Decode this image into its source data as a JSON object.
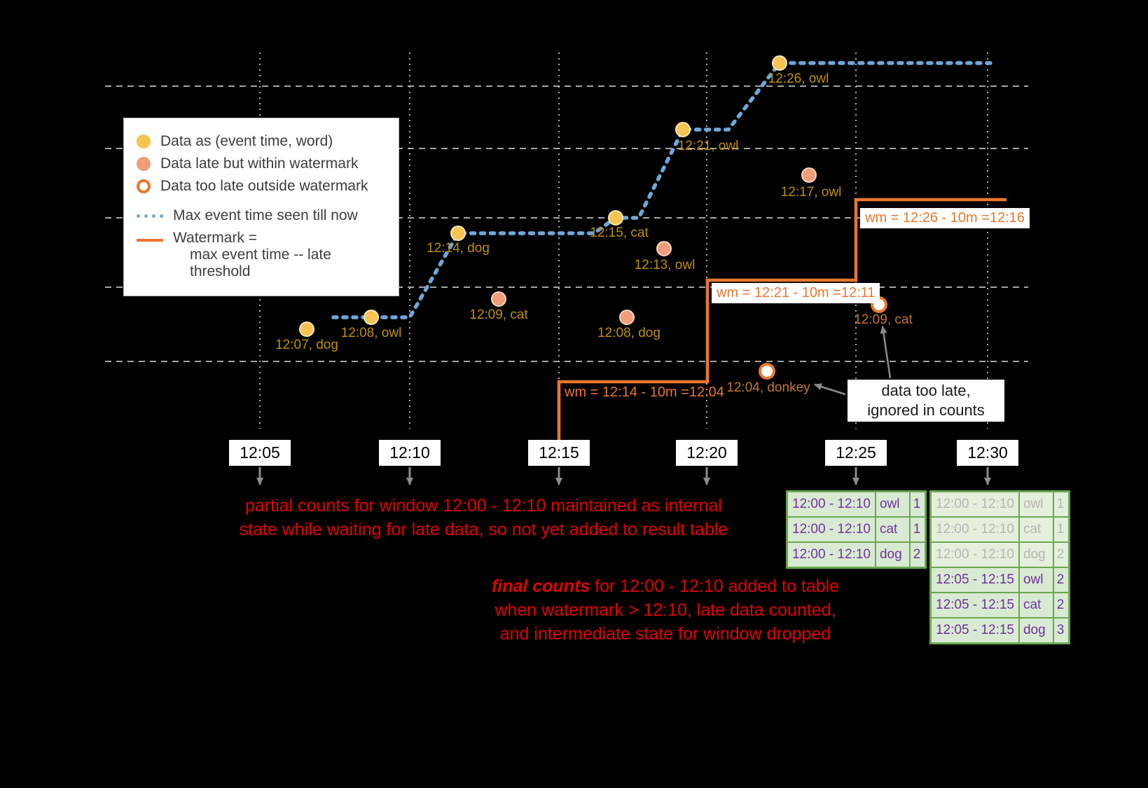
{
  "colors": {
    "background": "#000000",
    "on_time_point": "#f5c451",
    "late_point": "#f09d79",
    "too_late_ring": "#e8772e",
    "max_event_time_line": "#6fa8dc",
    "watermark_line": "#e8772e",
    "red_note": "#e60000",
    "table_border": "#6aa84f",
    "table_background": "#d9ead3",
    "table_text": "#7030a0",
    "gold_label": "#bf9000"
  },
  "legend": {
    "on_time": "Data as (event time, word)",
    "late": "Data late but within watermark",
    "too_late": "Data too late outside watermark",
    "max_event": "Max event time seen till now",
    "watermark_line1": "Watermark =",
    "watermark_line2": "max event time -- late threshold"
  },
  "axis": {
    "ticks": [
      "12:05",
      "12:10",
      "12:15",
      "12:20",
      "12:25",
      "12:30"
    ]
  },
  "points": [
    {
      "label": "12:07, dog",
      "type": "on-time"
    },
    {
      "label": "12:08, owl",
      "type": "on-time"
    },
    {
      "label": "12:14, dog",
      "type": "on-time"
    },
    {
      "label": "12:15, cat",
      "type": "on-time"
    },
    {
      "label": "12:21, owl",
      "type": "on-time"
    },
    {
      "label": "12:26, owl",
      "type": "on-time"
    },
    {
      "label": "12:09, cat",
      "type": "late"
    },
    {
      "label": "12:08, dog",
      "type": "late"
    },
    {
      "label": "12:13, owl",
      "type": "late"
    },
    {
      "label": "12:17, owl",
      "type": "late"
    },
    {
      "label": "12:04, donkey",
      "type": "too-late"
    },
    {
      "label": "12:09, cat",
      "type": "too-late"
    }
  ],
  "watermark_labels": [
    "wm = 12:14 - 10m =12:04",
    "wm = 12:21 - 10m =12:11",
    "wm = 12:26 - 10m =12:16"
  ],
  "annotations": {
    "partial_line1": "partial counts for window 12:00 - 12:10 maintained as internal",
    "partial_line2": "state while waiting for late data, so not yet added to result table",
    "final_emphasis": "final counts",
    "final_rest": " for 12:00 - 12:10 added to table",
    "final_line2": "when watermark > 12:10, late data counted,",
    "final_line3": "and intermediate state for window dropped",
    "too_late_line1": "data too late,",
    "too_late_line2": "ignored in counts"
  },
  "result_tables": [
    {
      "rows": [
        {
          "window": "12:00 - 12:10",
          "word": "owl",
          "count": "1"
        },
        {
          "window": "12:00 - 12:10",
          "word": "cat",
          "count": "1"
        },
        {
          "window": "12:00 - 12:10",
          "word": "dog",
          "count": "2"
        }
      ]
    },
    {
      "rows": [
        {
          "window": "12:00 - 12:10",
          "word": "owl",
          "count": "1",
          "faded": true
        },
        {
          "window": "12:00 - 12:10",
          "word": "cat",
          "count": "1",
          "faded": true
        },
        {
          "window": "12:00 - 12:10",
          "word": "dog",
          "count": "2",
          "faded": true
        },
        {
          "window": "12:05 - 12:15",
          "word": "owl",
          "count": "2"
        },
        {
          "window": "12:05 - 12:15",
          "word": "cat",
          "count": "2"
        },
        {
          "window": "12:05 - 12:15",
          "word": "dog",
          "count": "3"
        }
      ]
    }
  ]
}
